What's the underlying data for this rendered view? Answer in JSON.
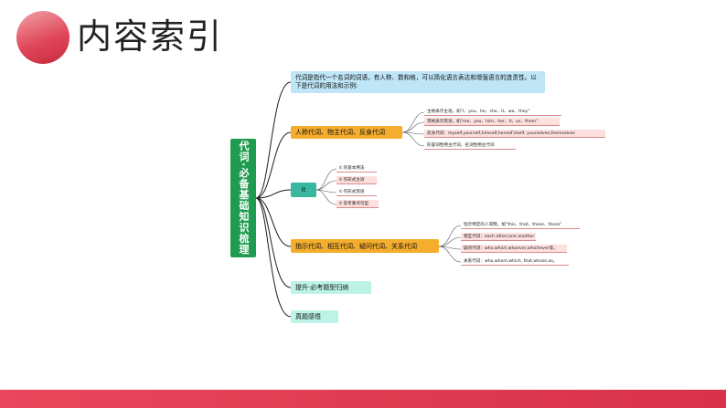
{
  "title": "内容索引",
  "mindmap": {
    "root": "代词·必备基础知识梳理",
    "intro": "代词是指代一个名词的词语，有人称、数和格，可以简化语言表达和增强语言的连贯性。以下是代词的用法和示例:",
    "personal": {
      "label": "人称代词、物主代词、反身代词",
      "items": [
        "主格表示主语，如“I、you、he、she、it、we、they”",
        "宾格表示宾语，如“me、you、him、her、it、us、them”",
        "反身代词：myself,yourself,himself,herself,itself, yourselves,themselves",
        "形容词性物主代词、名词性物主代词"
      ]
    },
    "it": {
      "label": "it",
      "items": [
        "it 的基本用法",
        "it 作形式主语",
        "it 作形式宾语",
        "it 常考重点句型"
      ]
    },
    "demo": {
      "label": "指示代词、相互代词、疑问代词、关系代词",
      "items": [
        "指示特定的人或物，如“this、that、these、those”",
        "相互代词：each other;one another",
        "疑问代词：who,which,whoever,whichever等。",
        "关系代词：who,whom,which, that,whose,as。"
      ]
    },
    "improve": "提升·必考题型归纳",
    "real": "真题感悟"
  }
}
